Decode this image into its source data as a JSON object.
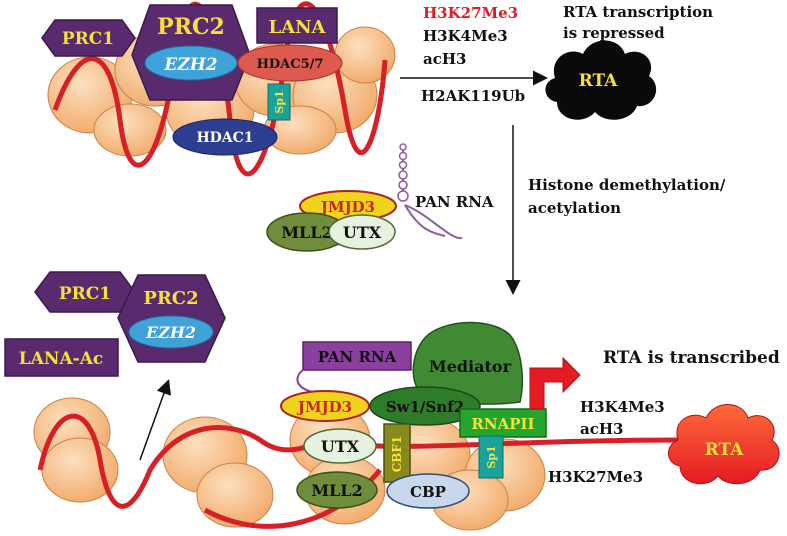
{
  "colors": {
    "nucleosome": "#f4b57a",
    "nucleosome_stroke": "#b5773d",
    "dna": "#d81f26",
    "prc": "#5a2a6e",
    "prc_text": "#f7e03c",
    "ezh2": "#3fa3d9",
    "hdac57": "#de5a4e",
    "hdac1": "#2d3e91",
    "sp1": "#1aa39a",
    "jmjd3": "#f0d21f",
    "jmjd3_text": "#c9271f",
    "mll2": "#6f8d3a",
    "utx": "#e7f1df",
    "cbp": "#c7d7ec",
    "cbf1": "#86891e",
    "mediator": "#3f8a32",
    "swi_snf": "#2e7b2a",
    "rnapii": "#24a52d",
    "rta_red": "#f23b26",
    "accent_red": "#e31b23"
  },
  "top": {
    "prc1": "PRC1",
    "prc2": "PRC2",
    "ezh2": "EZH2",
    "lana": "LANA",
    "hdac57": "HDAC5/7",
    "sp1": "Sp1",
    "hdac1": "HDAC1",
    "marks": [
      "H3K27Me3",
      "H3K4Me3",
      "acH3",
      "H2AK119Ub"
    ],
    "rta_status": [
      "RTA transcription",
      "is repressed"
    ],
    "rta": "RTA"
  },
  "middle": {
    "jmjd3": "JMJD3",
    "mll2": "MLL2",
    "utx": "UTX",
    "pan_rna": "PAN RNA",
    "process": [
      "Histone demethylation/",
      "acetylation"
    ]
  },
  "bottom": {
    "prc1": "PRC1",
    "prc2": "PRC2",
    "ezh2": "EZH2",
    "lana_ac": "LANA-Ac",
    "pan_rna": "PAN RNA",
    "mediator": "Mediator",
    "jmjd3": "JMJD3",
    "swi_snf": "Sw1/Snf2",
    "rnapii": "RNAPII",
    "utx": "UTX",
    "cbf1": "CBF1",
    "sp1": "Sp1",
    "mll2": "MLL2",
    "cbp": "CBP",
    "transcribed": "RTA is transcribed",
    "marks_active": [
      "H3K4Me3",
      "acH3"
    ],
    "mark_repressive": "H3K27Me3",
    "rta": "RTA"
  }
}
